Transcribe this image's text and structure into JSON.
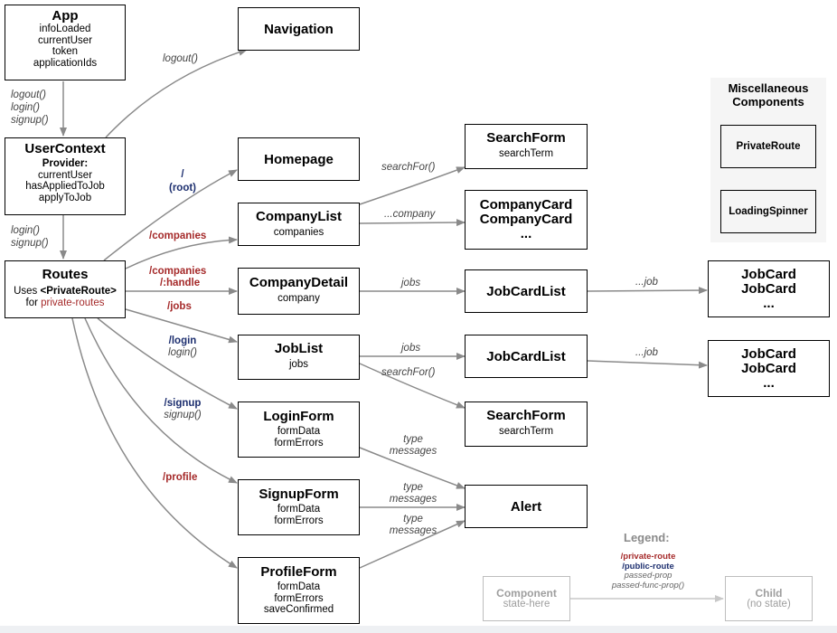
{
  "nodes": {
    "app": {
      "title": "App",
      "lines": [
        "infoLoaded",
        "currentUser",
        "token",
        "applicationIds"
      ]
    },
    "navigation": {
      "title": "Navigation"
    },
    "usercontext": {
      "title": "UserContext",
      "provider": "Provider:",
      "lines": [
        "currentUser",
        "hasAppliedToJob",
        "applyToJob"
      ]
    },
    "routes": {
      "title": "Routes",
      "uses": "Uses",
      "tag": "<PrivateRoute>",
      "for": "for",
      "private": "private-routes"
    },
    "homepage": {
      "title": "Homepage"
    },
    "companylist": {
      "title": "CompanyList",
      "lines": [
        "companies"
      ]
    },
    "companydetail": {
      "title": "CompanyDetail",
      "lines": [
        "company"
      ]
    },
    "joblist": {
      "title": "JobList",
      "lines": [
        "jobs"
      ]
    },
    "loginform": {
      "title": "LoginForm",
      "lines": [
        "formData",
        "formErrors"
      ]
    },
    "signupform": {
      "title": "SignupForm",
      "lines": [
        "formData",
        "formErrors"
      ]
    },
    "profileform": {
      "title": "ProfileForm",
      "lines": [
        "formData",
        "formErrors",
        "saveConfirmed"
      ]
    },
    "searchform1": {
      "title": "SearchForm",
      "lines": [
        "searchTerm"
      ]
    },
    "companycards": {
      "lines": [
        "CompanyCard",
        "CompanyCard",
        "..."
      ]
    },
    "jobcardlist1": {
      "title": "JobCardList"
    },
    "jobcardlist2": {
      "title": "JobCardList"
    },
    "searchform2": {
      "title": "SearchForm",
      "lines": [
        "searchTerm"
      ]
    },
    "alert": {
      "title": "Alert"
    },
    "jobcards1": {
      "lines": [
        "JobCard",
        "JobCard",
        "..."
      ]
    },
    "jobcards2": {
      "lines": [
        "JobCard",
        "JobCard",
        "..."
      ]
    }
  },
  "edge_labels": {
    "logout_nav": "logout()",
    "app_uc": [
      "logout()",
      "login()",
      "signup()"
    ],
    "uc_routes": [
      "login()",
      "signup()"
    ],
    "root": [
      "/",
      "(root)"
    ],
    "companies": "/companies",
    "companies_handle": [
      "/companies",
      "/:handle"
    ],
    "jobs_route": "/jobs",
    "login_route": "/login",
    "login_fn": "login()",
    "signup_route": "/signup",
    "signup_fn": "signup()",
    "profile_route": "/profile",
    "searchfor1": "searchFor()",
    "company_spread": "...company",
    "jobs1": "jobs",
    "job1": "...job",
    "jobs2": "jobs",
    "job2": "...job",
    "searchfor2": "searchFor()",
    "type_messages_login": [
      "type",
      "messages"
    ],
    "type_messages_signup": [
      "type",
      "messages"
    ],
    "type_messages_profile": [
      "type",
      "messages"
    ]
  },
  "misc": {
    "title": [
      "Miscellaneous",
      "Components"
    ],
    "items": [
      "PrivateRoute",
      "LoadingSpinner"
    ]
  },
  "legend": {
    "heading": "Legend:",
    "private_route": "/private-route",
    "public_route": "/public-route",
    "passed_prop": "passed-prop",
    "passed_func_prop": "passed-func-prop()",
    "component": {
      "title": "Component",
      "state": "state-here"
    },
    "child": {
      "title": "Child",
      "state": "(no state)"
    }
  },
  "colors": {
    "private_route": "#a52a2a",
    "public_route": "#1d2f6f",
    "arrow": "#8a8a8a",
    "legend_gray": "#bdbdbd",
    "misc_panel": "#f5f5f5"
  }
}
